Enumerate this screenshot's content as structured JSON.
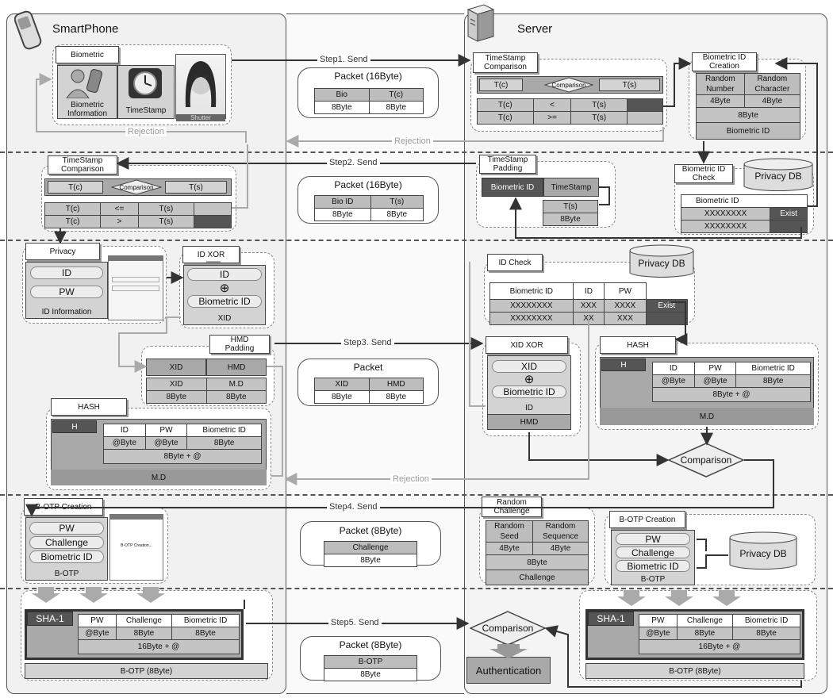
{
  "columns": {
    "smartphone": "SmartPhone",
    "server": "Server"
  },
  "steps": {
    "s1": "Step1. Send",
    "s2": "Step2. Send",
    "s3": "Step3. Send",
    "s4": "Step4. Send",
    "s5": "Step5. Send"
  },
  "rejection": "Rejection",
  "phone": {
    "biometric": "Biometric",
    "bio_info": "Biometric\nInformation",
    "timestamp": "TimeStamp",
    "shutter": "Shutter",
    "ts_comparison": "TimeStamp\nComparison",
    "tc": "T(c)",
    "ts": "T(s)",
    "comparison": "Comparison",
    "le": "<=",
    "gt": ">",
    "privacy": "Privacy",
    "id": "ID",
    "pw": "PW",
    "id_information": "ID Information",
    "id_xor": "ID XOR",
    "xor_id": "ID",
    "xor_sym": "⊕",
    "biometric_id": "Biometric ID",
    "xid": "XID",
    "hmd_padding": "HMD\nPadding",
    "hmd": "HMD",
    "md": "M.D",
    "byte8": "8Byte",
    "hash": "HASH",
    "h": "H",
    "at_byte": "@Byte",
    "byte_span": "8Byte + @",
    "botp_creation": "B-OTP Creation",
    "challenge": "Challenge",
    "botp": "B-OTP",
    "botp_screen": "B-OTP Creation...",
    "sha1": "SHA-1",
    "span16": "16Byte + @",
    "botp8": "B-OTP (8Byte)"
  },
  "packets": {
    "p1": {
      "title": "Packet (16Byte)",
      "h": [
        "Bio",
        "T(c)"
      ],
      "v": [
        "8Byte",
        "8Byte"
      ]
    },
    "p2": {
      "title": "Packet (16Byte)",
      "h": [
        "Bio ID",
        "T(s)"
      ],
      "v": [
        "8Byte",
        "8Byte"
      ]
    },
    "p3": {
      "title": "Packet",
      "h": [
        "XID",
        "HMD"
      ],
      "v": [
        "8Byte",
        "8Byte"
      ]
    },
    "p4": {
      "title": "Packet (8Byte)",
      "h": [
        "Challenge"
      ],
      "v": [
        "8Byte"
      ]
    },
    "p5": {
      "title": "Packet (8Byte)",
      "h": [
        "B-OTP"
      ],
      "v": [
        "8Byte"
      ]
    }
  },
  "server": {
    "ts_comparison": "TimeStamp\nComparison",
    "lt": "<",
    "ge": ">=",
    "bioid_creation": "Biometric ID\nCreation",
    "random_number": "Random\nNumber",
    "random_character": "Random\nCharacter",
    "byte4": "4Byte",
    "byte8": "8Byte",
    "biometric_id": "Biometric ID",
    "ts_padding": "TimeStamp\nPadding",
    "timestamp": "TimeStamp",
    "ts": "T(s)",
    "bioid_check": "Biometric ID\nCheck",
    "privacy_db": "Privacy DB",
    "xxxx8": "XXXXXXXX",
    "exist": "Exist",
    "id_check": "ID Check",
    "id": "ID",
    "pw": "PW",
    "xxx": "XXX",
    "xxxx": "XXXX",
    "xx": "XX",
    "xid_xor": "XID XOR",
    "xid": "XID",
    "xor_sym": "⊕",
    "hmd": "HMD",
    "hash": "HASH",
    "h": "H",
    "at_byte": "@Byte",
    "byte_span": "8Byte + @",
    "md": "M.D",
    "comparison": "Comparison",
    "random_challenge": "Random\nChallenge",
    "random_seed": "Random\nSeed",
    "random_sequence": "Random\nSequence",
    "challenge": "Challenge",
    "botp_creation": "B-OTP Creation",
    "botp": "B-OTP",
    "sha1": "SHA-1",
    "span16": "16Byte + @",
    "botp8": "B-OTP (8Byte)",
    "authentication": "Authentication"
  }
}
